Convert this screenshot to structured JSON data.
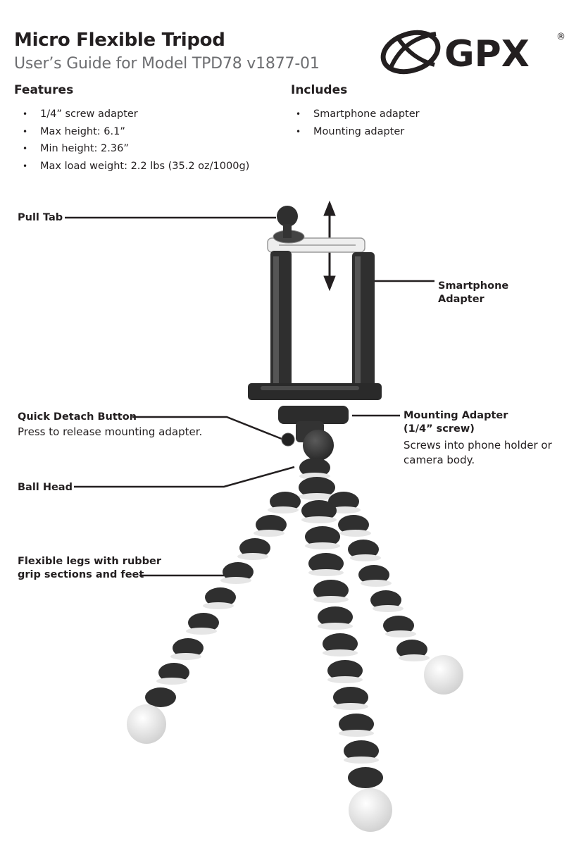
{
  "header": {
    "title": "Micro Flexible Tripod",
    "subtitle": "User’s Guide for Model TPD78 v1877-01",
    "logo_text": "GPX",
    "logo_mark": "®"
  },
  "features": {
    "heading": "Features",
    "items": [
      "1/4” screw adapter",
      "Max height: 6.1”",
      "Min height: 2.36”",
      "Max load weight: 2.2 lbs (35.2 oz/1000g)"
    ]
  },
  "includes": {
    "heading": "Includes",
    "items": [
      "Smartphone adapter",
      "Mounting adapter"
    ]
  },
  "callouts": {
    "pull_tab": "Pull Tab",
    "smartphone_adapter_line1": "Smartphone",
    "smartphone_adapter_line2": "Adapter",
    "quick_detach": "Quick Detach Button",
    "quick_detach_desc": "Press to release mounting adapter.",
    "mounting_adapter_line1": "Mounting Adapter",
    "mounting_adapter_line2": "(1/4” screw)",
    "mounting_adapter_desc_line1": "Screws into phone holder or",
    "mounting_adapter_desc_line2": "camera body.",
    "ball_head": "Ball Head",
    "legs_line1": "Flexible legs with rubber",
    "legs_line2": "grip sections and feet"
  },
  "colors": {
    "text": "#231f20",
    "subtitle": "#6d6e71",
    "tripod_dark": "#3a3a3a",
    "grip_light": "#e6e6e6"
  }
}
